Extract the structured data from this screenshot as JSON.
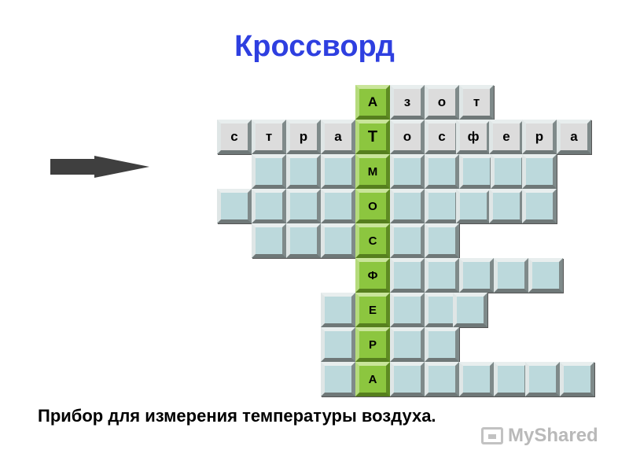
{
  "title": "Кроссворд",
  "clue": "Прибор для измерения температуры воздуха.",
  "watermark": "MyShared",
  "colors": {
    "title": "#2e3fe0",
    "key_column": "#8cc63f",
    "cell": "#bcd9dc",
    "letter_cell": "#dcdcdc"
  },
  "icons": [
    "arrow-right-icon",
    "presentation-board-icon"
  ],
  "crossword": {
    "row1": [
      "А",
      "з",
      "о",
      "т"
    ],
    "row2": [
      "с",
      "т",
      "р",
      "а",
      "Т",
      "о",
      "с",
      "ф",
      "е",
      "р",
      "а"
    ],
    "key_column": [
      "А",
      "Т",
      "М",
      "О",
      "С",
      "Ф",
      "Е",
      "Р",
      "А"
    ]
  }
}
